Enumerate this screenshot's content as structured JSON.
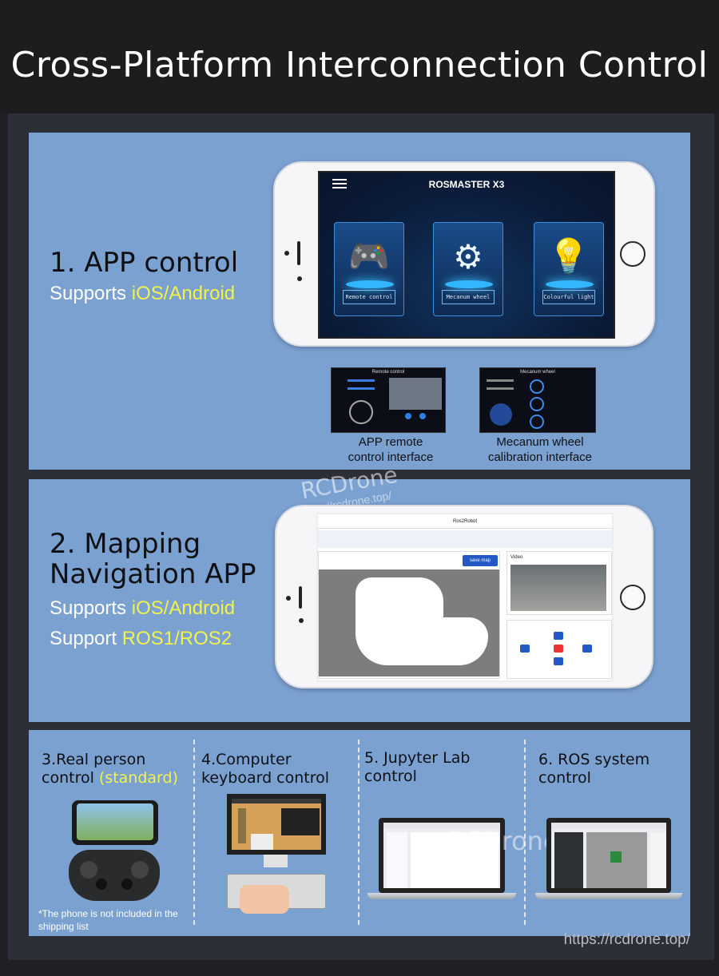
{
  "header": {
    "title": "Cross-Platform Interconnection Control"
  },
  "section1": {
    "heading": "1. APP control",
    "supports_prefix": "Supports ",
    "supports_highlight": "iOS/Android",
    "phone": {
      "title": "ROSMASTER X3",
      "cards": [
        {
          "icon": "gamepad-icon",
          "glyph": "🎮",
          "label": "Remote control"
        },
        {
          "icon": "mecanum-wheel-icon",
          "glyph": "⚙",
          "label": "Mecanum wheel"
        },
        {
          "icon": "lightbulb-icon",
          "glyph": "💡",
          "label": "Colourful light"
        }
      ]
    },
    "thumbs": [
      {
        "title": "Remote control",
        "caption_line1": "APP remote",
        "caption_line2": "control interface"
      },
      {
        "title": "Mecanum wheel",
        "caption_line1": "Mecanum wheel",
        "caption_line2": "calibration interface"
      }
    ]
  },
  "section2": {
    "heading_line1": "2. Mapping",
    "heading_line2": "Navigation APP",
    "supports_prefix": "Supports ",
    "supports_highlight": "iOS/Android",
    "support_prefix": "Support ",
    "support_highlight": "ROS1/ROS2",
    "phone": {
      "title": "Ros2Robot",
      "save_map": "save map",
      "video_label": "Video"
    },
    "watermark": "RCDrone",
    "watermark_url": "https://rcdrone.top/"
  },
  "section3": {
    "columns": [
      {
        "title_line1": "3.Real person",
        "title_line2_prefix": "control ",
        "title_line2_highlight": "(standard)"
      },
      {
        "title_line1": "4.Computer",
        "title_line2": "keyboard control"
      },
      {
        "title_line1": "5. Jupyter Lab",
        "title_line2": "control"
      },
      {
        "title_line1": "6. ROS system",
        "title_line2": "control"
      }
    ],
    "note": "*The phone is not included in the shipping list",
    "watermark": "RCDrone"
  },
  "footer": {
    "url": "https://rcdrone.top/"
  }
}
